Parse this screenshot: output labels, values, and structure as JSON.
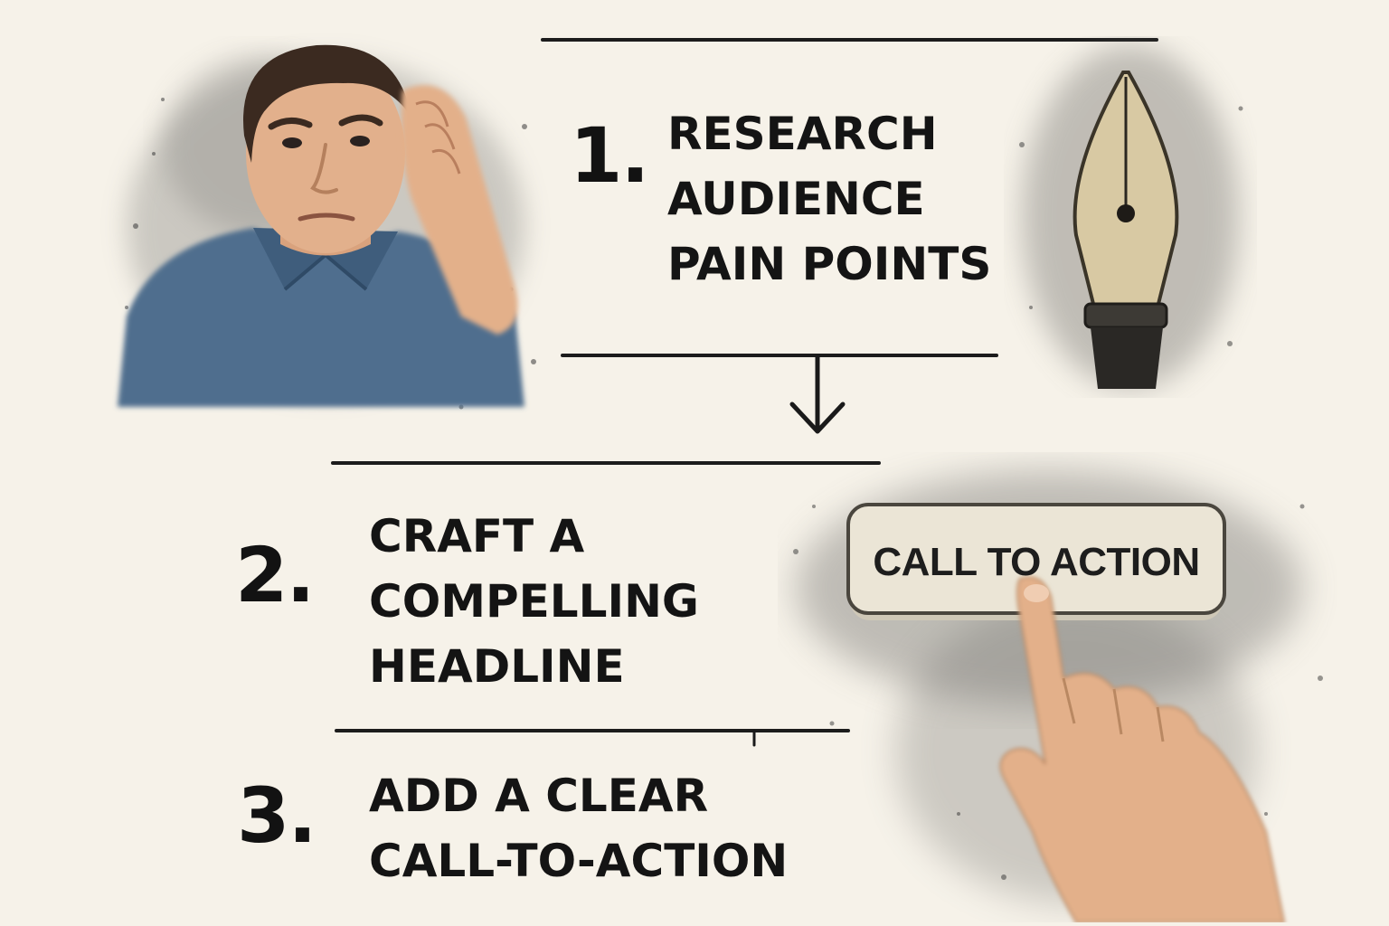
{
  "steps": [
    {
      "number": "1.",
      "lines": [
        "RESEARCH",
        "AUDIENCE",
        "PAIN POINTS"
      ]
    },
    {
      "number": "2.",
      "lines": [
        "CRAFT A",
        "COMPELLING",
        "HEADLINE"
      ]
    },
    {
      "number": "3.",
      "lines": [
        "ADD A CLEAR",
        "CALL-TO-ACTION"
      ]
    }
  ],
  "button": {
    "label": "CALL TO ACTION"
  },
  "illustrations": {
    "step1": "stressed-man-illustration",
    "step2": "fountain-pen-nib-icon",
    "step3": "pointing-hand-illustration"
  },
  "colors": {
    "background": "#f6f2e9",
    "ink": "#141414",
    "shirt": "#4f6e8e",
    "skin": "#e2b08c",
    "nib": "#d8c9a3",
    "button": "#ebe5d6"
  }
}
